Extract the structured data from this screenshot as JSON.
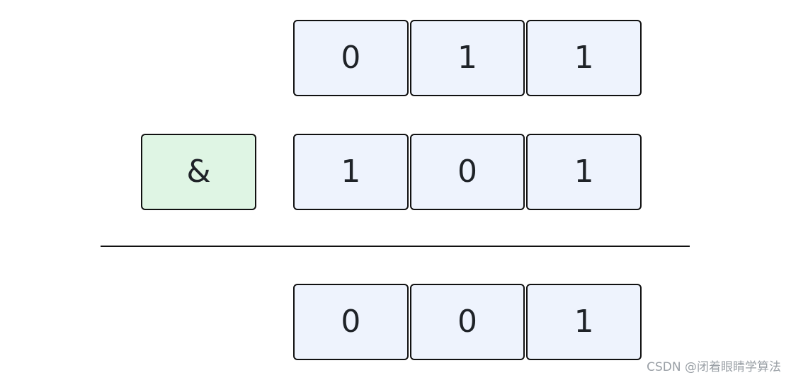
{
  "rows": {
    "top": [
      "0",
      "1",
      "1"
    ],
    "middle": [
      "1",
      "0",
      "1"
    ],
    "result": [
      "0",
      "0",
      "1"
    ]
  },
  "operator": "&",
  "watermark": "CSDN @闭着眼睛学算法",
  "colors": {
    "cell_fill": "#eef3fd",
    "operator_fill": "#dff5e4",
    "border": "#111111",
    "text": "#1f2328",
    "watermark": "#9aa0a6"
  }
}
